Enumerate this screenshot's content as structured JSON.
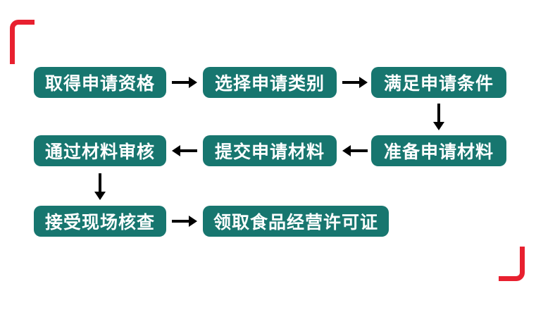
{
  "colors": {
    "node_bg": "#17766f",
    "node_text": "#ffffff",
    "arrow": "#000000",
    "corner_mark": "#e8202f",
    "background": "#ffffff"
  },
  "flow": {
    "title": "",
    "nodes": [
      {
        "id": "step-1",
        "label": "取得申请资格"
      },
      {
        "id": "step-2",
        "label": "选择申请类别"
      },
      {
        "id": "step-3",
        "label": "满足申请条件"
      },
      {
        "id": "step-4",
        "label": "准备申请材料"
      },
      {
        "id": "step-5",
        "label": "提交申请材料"
      },
      {
        "id": "step-6",
        "label": "通过材料审核"
      },
      {
        "id": "step-7",
        "label": "接受现场核查"
      },
      {
        "id": "step-8",
        "label": "领取食品经营许可证"
      }
    ],
    "edges": [
      {
        "from": "step-1",
        "to": "step-2",
        "direction": "right"
      },
      {
        "from": "step-2",
        "to": "step-3",
        "direction": "right"
      },
      {
        "from": "step-3",
        "to": "step-4",
        "direction": "down"
      },
      {
        "from": "step-4",
        "to": "step-5",
        "direction": "left"
      },
      {
        "from": "step-5",
        "to": "step-6",
        "direction": "left"
      },
      {
        "from": "step-6",
        "to": "step-7",
        "direction": "down"
      },
      {
        "from": "step-7",
        "to": "step-8",
        "direction": "right"
      }
    ]
  }
}
